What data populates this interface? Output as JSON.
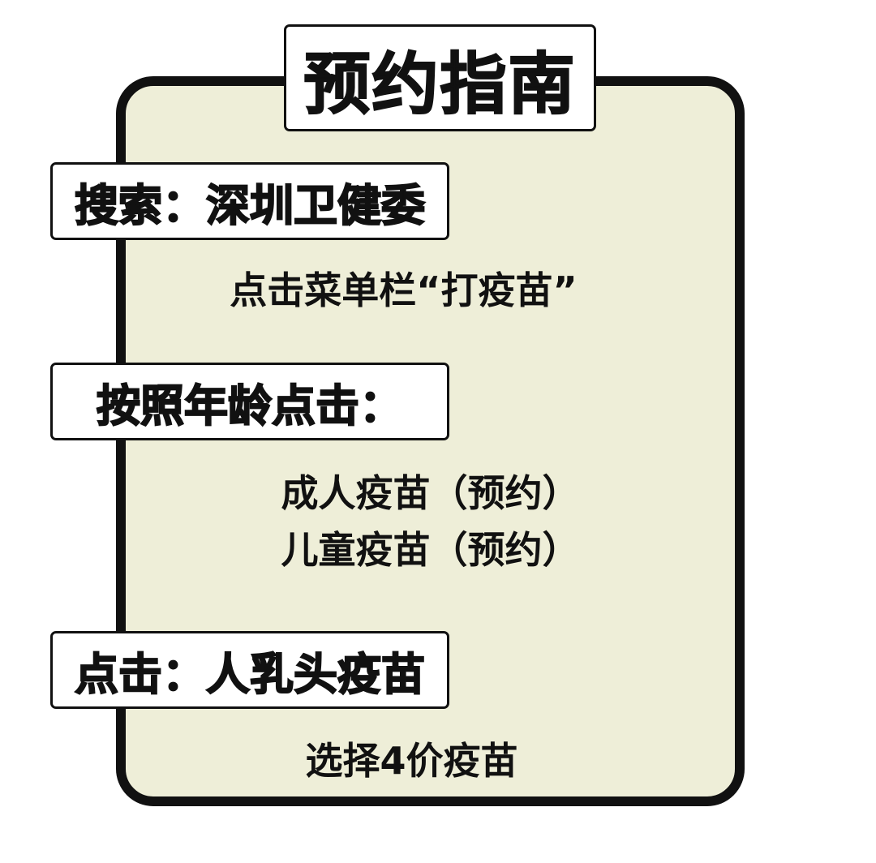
{
  "title": "预约指南",
  "steps": [
    {
      "label": "搜索：深圳卫健委",
      "lines": [
        "点击菜单栏“打疫苗”"
      ]
    },
    {
      "label": "按照年龄点击：",
      "lines": [
        "成人疫苗（预约）",
        "儿童疫苗（预约）"
      ]
    },
    {
      "label": "点击：人乳头疫苗",
      "lines": [
        "选择4价疫苗"
      ]
    }
  ],
  "colors": {
    "card_background": "#eeeed8",
    "border": "#111111",
    "label_background": "#ffffff",
    "text": "#111111"
  }
}
